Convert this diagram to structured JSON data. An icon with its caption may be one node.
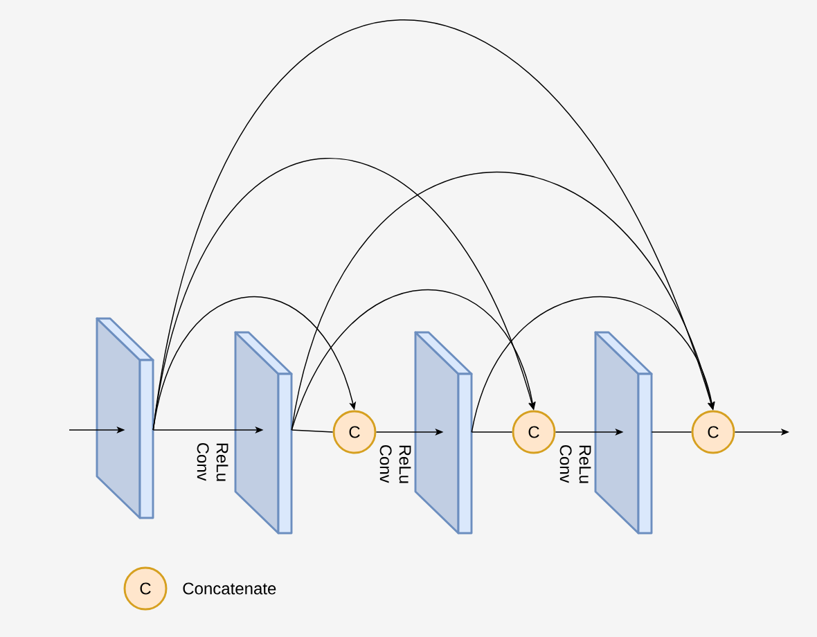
{
  "diagram": {
    "nodes": [
      {
        "text": [],
        "shape": "box"
      },
      {
        "text": [],
        "shape": "box"
      },
      {
        "text": [
          "C"
        ]
      },
      {
        "text": [],
        "shape": "box"
      },
      {
        "text": [
          "C"
        ]
      },
      {
        "text": [],
        "shape": "box"
      },
      {
        "text": [
          "C"
        ]
      }
    ],
    "edges": [
      {
        "from": null,
        "to": 0,
        "arrow": "to"
      },
      {
        "from": 0,
        "to": 1,
        "arrow": "to",
        "label": "ReLu Conv"
      },
      {
        "from": 1,
        "to": 2,
        "arrow": "none"
      },
      {
        "from": 2,
        "to": 3,
        "arrow": "to",
        "label": "ReLu Conv"
      },
      {
        "from": 3,
        "to": 4,
        "arrow": "none"
      },
      {
        "from": 4,
        "to": 5,
        "arrow": "to",
        "label": "ReLu Conv"
      },
      {
        "from": 5,
        "to": 6,
        "arrow": "none"
      },
      {
        "from": 6,
        "to": null,
        "arrow": "to"
      },
      {
        "from": 0,
        "to": 2,
        "arrow": "to"
      },
      {
        "from": 0,
        "to": 4,
        "arrow": "to"
      },
      {
        "from": 0,
        "to": 6,
        "arrow": "to"
      },
      {
        "from": 1,
        "to": 4,
        "arrow": "to"
      },
      {
        "from": 1,
        "to": 6,
        "arrow": "to"
      },
      {
        "from": 3,
        "to": 6,
        "arrow": "to"
      }
    ],
    "labels": [
      "C"
    ],
    "legend": [
      {
        "text": "Concatenate",
        "color": "#ffe6cc"
      }
    ]
  }
}
